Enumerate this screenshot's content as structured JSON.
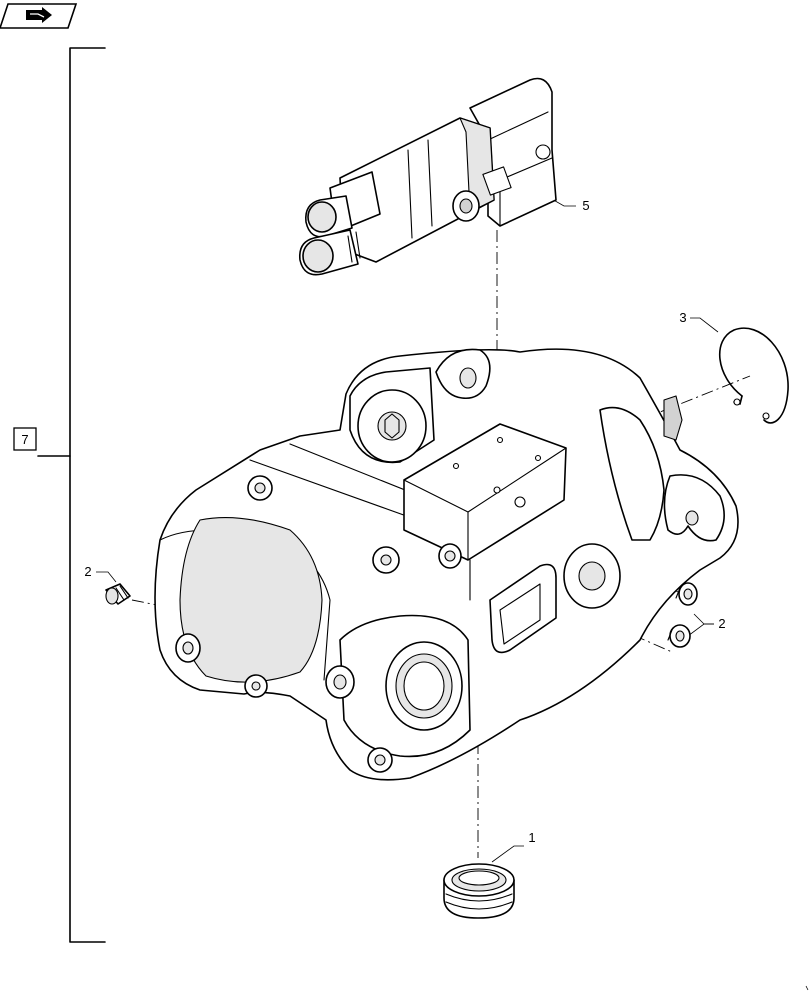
{
  "nav_icon": {
    "name": "next-page-arrow-icon"
  },
  "assembly": {
    "label": "7"
  },
  "callouts": {
    "plug_bottom": "1",
    "plug_left": "2",
    "plug_right": "2",
    "retaining_ring": "3",
    "valve": "5"
  }
}
